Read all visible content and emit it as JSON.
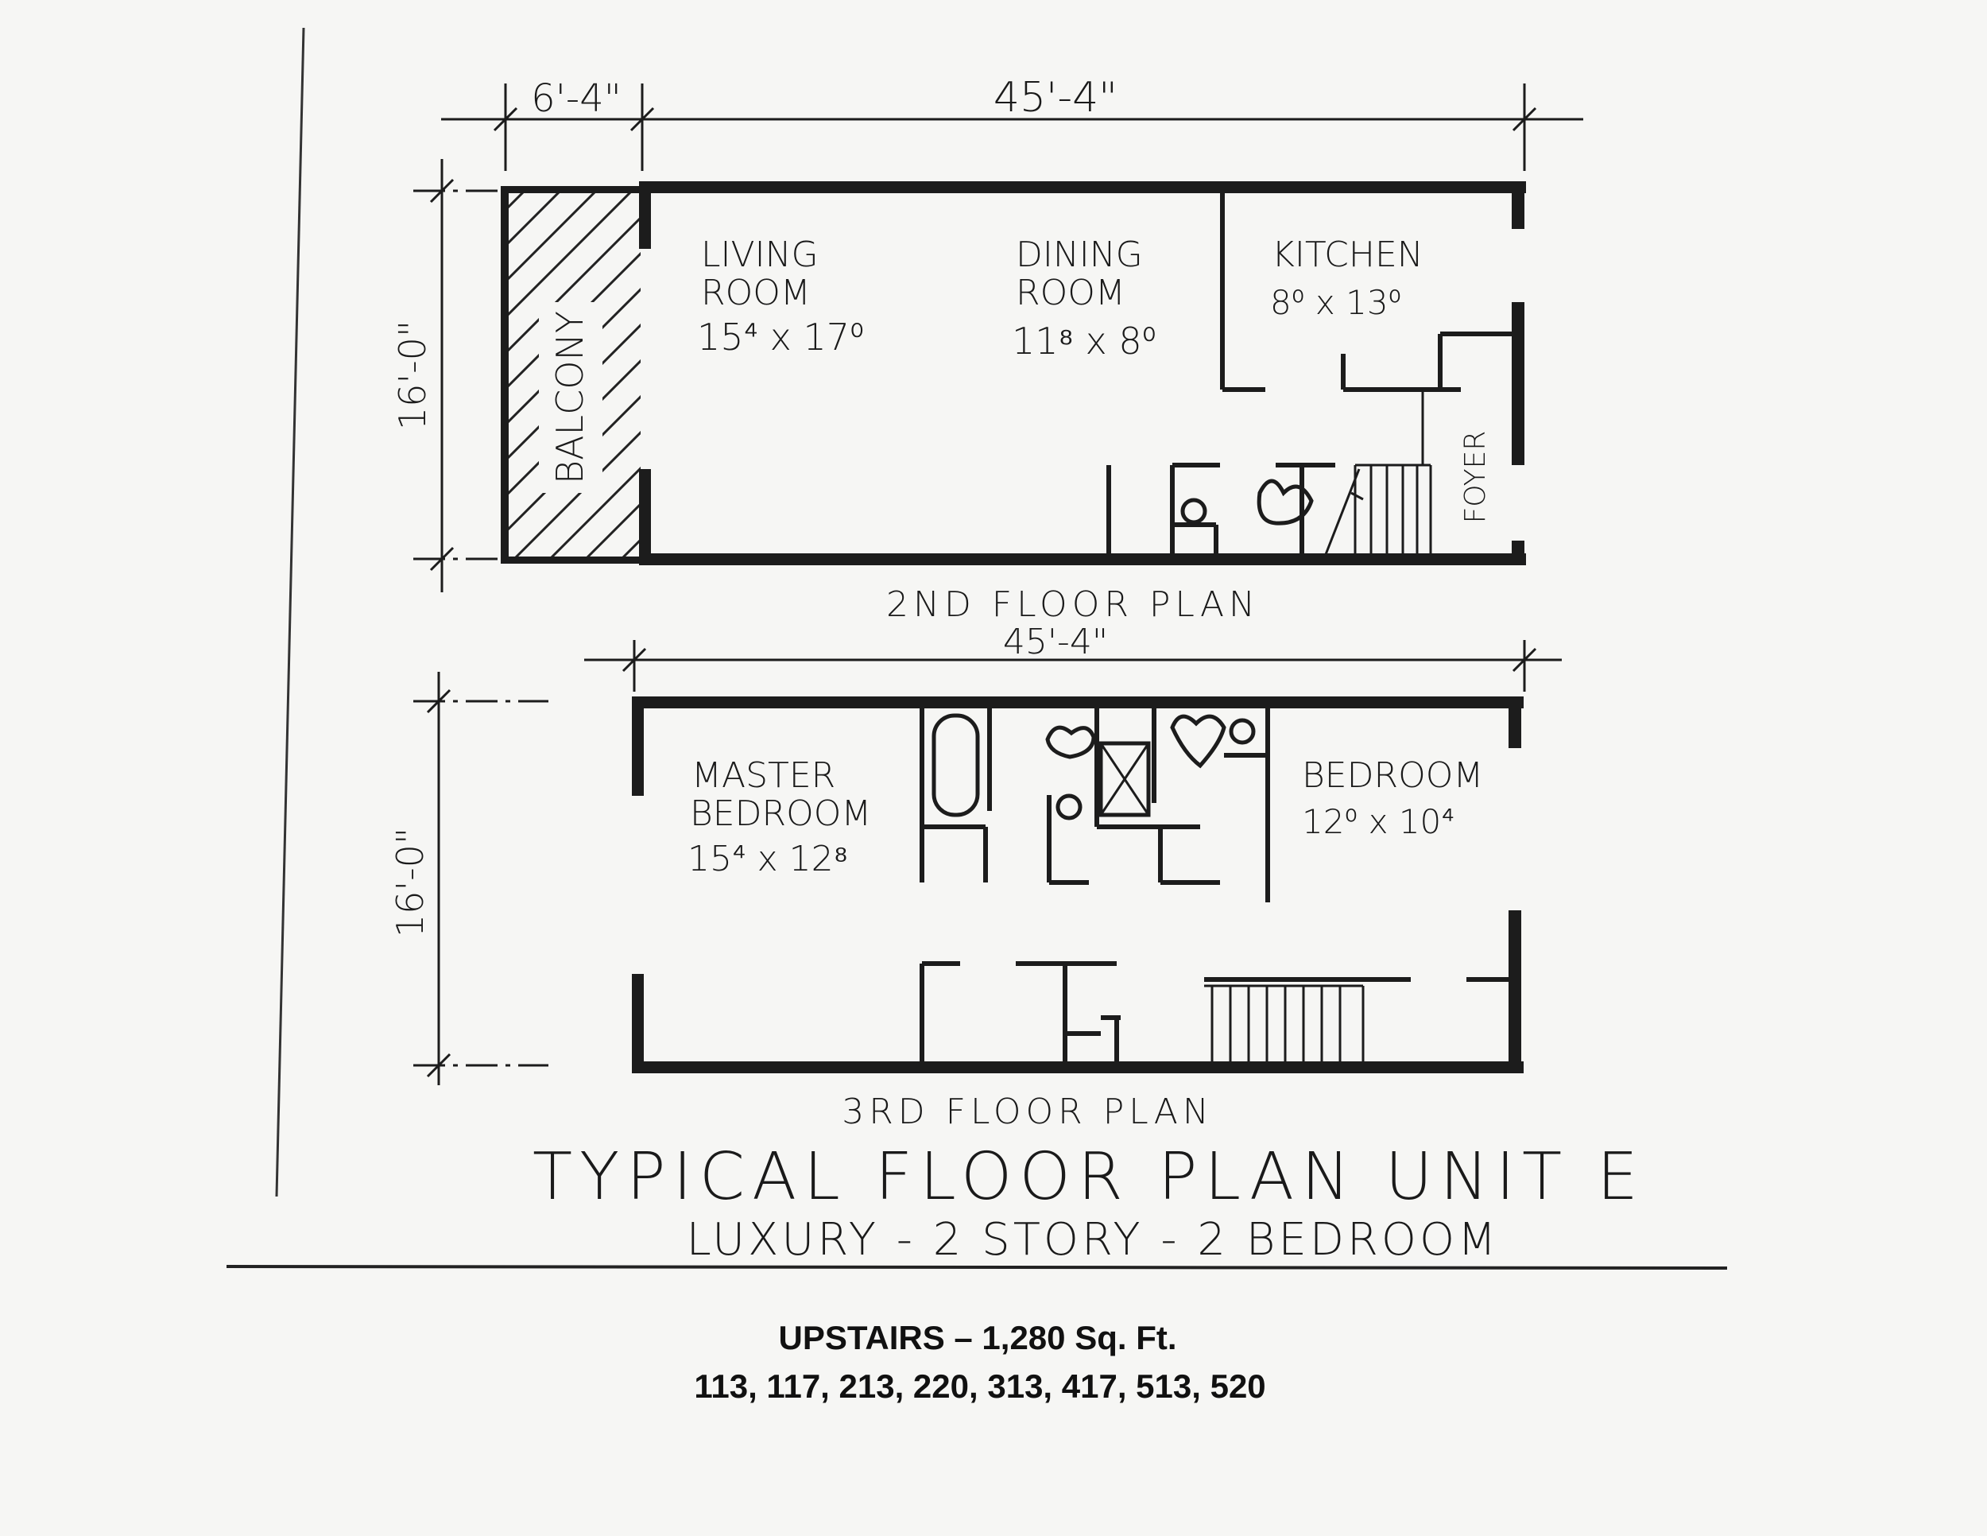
{
  "title": "TYPICAL FLOOR PLAN UNIT E",
  "subtitle": "LUXURY - 2 STORY - 2 BEDROOM",
  "upstairs_area": "UPSTAIRS – 1,280 Sq. Ft.",
  "unit_numbers": "113, 117, 213, 220, 313, 417, 513, 520",
  "second_floor": {
    "label": "2ND FLOOR PLAN",
    "dim_balcony_width": "6'-4\"",
    "dim_overall_width": "45'-4\"",
    "dim_depth": "16'-0\"",
    "balcony": "BALCONY",
    "foyer": "FOYER",
    "living_room": {
      "name1": "LIVING",
      "name2": "ROOM",
      "size": "15⁴ x 17⁰"
    },
    "dining_room": {
      "name1": "DINING",
      "name2": "ROOM",
      "size": "11⁸ x 8⁰"
    },
    "kitchen": {
      "name1": "KITCHEN",
      "size": "8⁰ x 13⁰"
    }
  },
  "third_floor": {
    "label": "3RD FLOOR PLAN",
    "dim_overall_width": "45'-4\"",
    "dim_depth": "16'-0\"",
    "master_bedroom": {
      "name1": "MASTER",
      "name2": "BEDROOM",
      "size": "15⁴ x 12⁸"
    },
    "bedroom": {
      "name1": "BEDROOM",
      "size": "12⁰ x 10⁴"
    }
  }
}
